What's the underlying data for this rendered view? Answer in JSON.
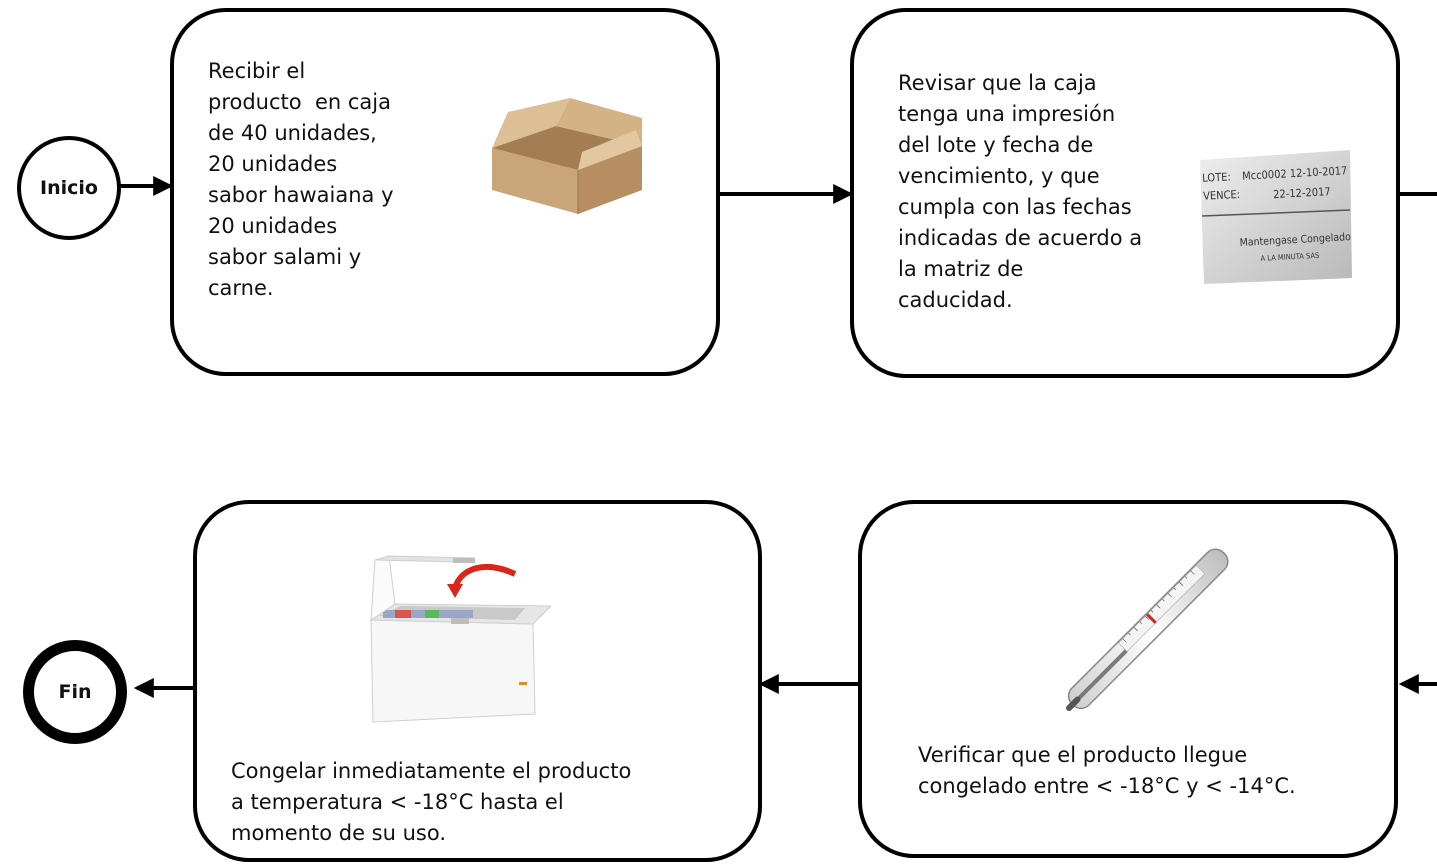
{
  "start_node": {
    "label": "Inicio"
  },
  "end_node": {
    "label": "Fin"
  },
  "step1": {
    "lines": [
      "Recibir el",
      "producto  en caja",
      "de 40 unidades,",
      "20 unidades",
      "sabor hawaiana y",
      "20 unidades",
      "sabor salami y",
      "carne."
    ],
    "image": "cardboard-box"
  },
  "step2": {
    "lines": [
      "Revisar que la caja",
      "tenga una impresión",
      "del lote y fecha de",
      "vencimiento, y que",
      "cumpla con las fechas",
      "indicadas de acuerdo a",
      "la matriz de",
      "caducidad."
    ],
    "image": "lot-label",
    "label_text": {
      "lote_key": "LOTE:",
      "lote_value": "Mcc0002 12-10-2017",
      "vence_key": "VENCE:",
      "vence_value": "22-12-2017",
      "note1": "Mantengase Congelado",
      "note2": "A LA MINUTA SAS"
    }
  },
  "step3": {
    "lines": [
      "Verificar que el producto llegue",
      "congelado entre < -18°C y < -14°C."
    ],
    "image": "thermometer"
  },
  "step4": {
    "lines": [
      "Congelar inmediatamente el producto",
      "a temperatura < -18°C hasta el",
      "momento de su uso."
    ],
    "image": "chest-freezer"
  },
  "colors": {
    "stroke": "#000000",
    "box": "#d2b48c",
    "freezer_arrow": "#d9261c"
  }
}
